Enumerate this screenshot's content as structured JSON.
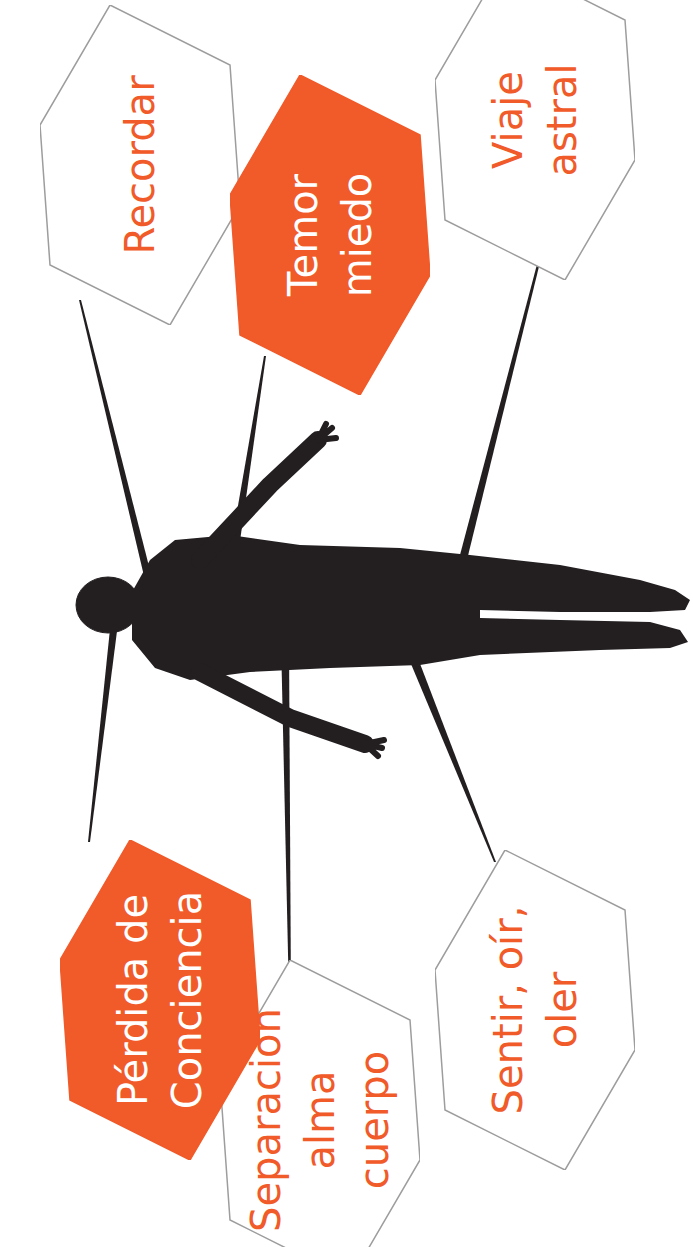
{
  "diagram": {
    "nodes": [
      {
        "text": [
          "Pérdida de Conciencia"
        ]
      },
      {
        "text": [
          "Separación alma cuerpo"
        ]
      },
      {
        "text": [
          "Sentir, oír, oler"
        ]
      },
      {
        "text": [
          "Temor miedo"
        ]
      },
      {
        "text": [
          "Recordar"
        ]
      },
      {
        "text": [
          "Viaje astral"
        ]
      }
    ]
  }
}
